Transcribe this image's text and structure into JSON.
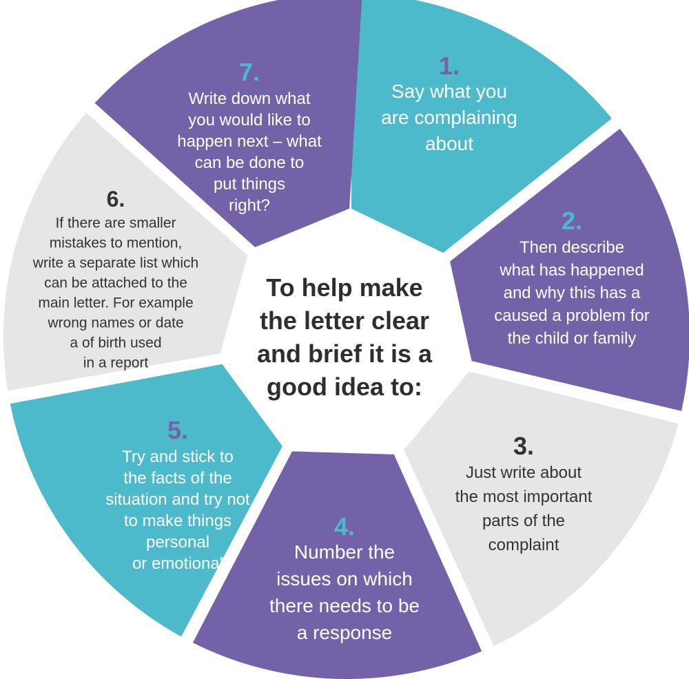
{
  "colors": {
    "teal": "#4dbacc",
    "purple": "#7462a9",
    "grey": "#e6e6e6",
    "white_text": "#ffffff",
    "dark_text": "#333333",
    "title_text": "#2e2e2e"
  },
  "center": {
    "lines": [
      "To help make",
      "the letter clear",
      "and brief it is a",
      "good idea to:"
    ]
  },
  "segments": [
    {
      "number": "1.",
      "lines": [
        "Say what you",
        "are complaining",
        "about"
      ],
      "fill": "teal",
      "number_color": "purple",
      "text_color": "white_text"
    },
    {
      "number": "2.",
      "lines": [
        "Then describe",
        "what has happened",
        "and why this has a",
        "caused a problem for",
        "the child or family"
      ],
      "fill": "purple",
      "number_color": "teal",
      "text_color": "white_text"
    },
    {
      "number": "3.",
      "lines": [
        "Just write about",
        "the most important",
        "parts of the",
        "complaint"
      ],
      "fill": "grey",
      "number_color": "dark_text",
      "text_color": "dark_text"
    },
    {
      "number": "4.",
      "lines": [
        "Number the",
        "issues on which",
        "there needs to be",
        "a response"
      ],
      "fill": "purple",
      "number_color": "teal",
      "text_color": "white_text"
    },
    {
      "number": "5.",
      "lines": [
        "Try and stick to",
        "the facts of the",
        "situation and try not",
        "to make things",
        "personal",
        "or emotional"
      ],
      "fill": "teal",
      "number_color": "purple",
      "text_color": "white_text"
    },
    {
      "number": "6.",
      "lines": [
        "If there are smaller",
        "mistakes to mention,",
        "write a separate list which",
        "can be attached to the",
        "main letter. For example",
        "wrong names or date",
        "a of birth used",
        "in a report"
      ],
      "fill": "grey",
      "number_color": "dark_text",
      "text_color": "dark_text"
    },
    {
      "number": "7.",
      "lines": [
        "Write down what",
        "you would like to",
        "happen next – what",
        "can be done to",
        "put things",
        "right?"
      ],
      "fill": "purple",
      "number_color": "teal",
      "text_color": "white_text"
    }
  ]
}
